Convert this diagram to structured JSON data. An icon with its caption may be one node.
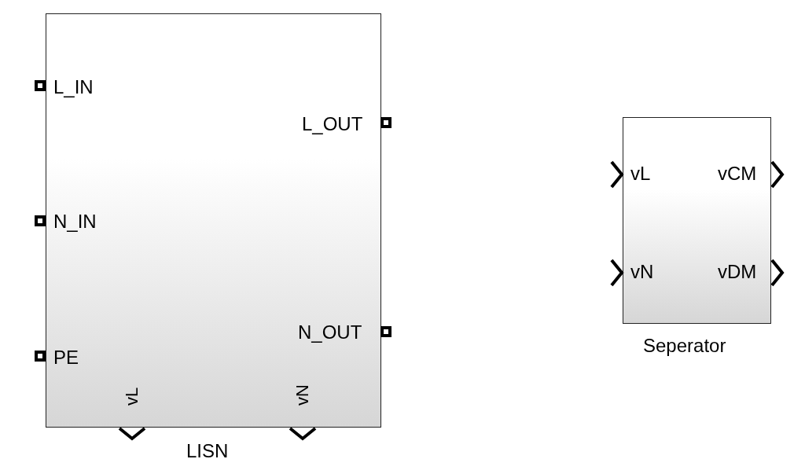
{
  "diagram": {
    "nodes": [
      {
        "text": [
          "L_IN",
          "N_IN",
          "PE",
          "L_OUT",
          "N_OUT",
          "vL",
          "vN",
          "LISN"
        ]
      },
      {
        "text": [
          "vL",
          "vCM",
          "vN",
          "vDM",
          "Seperator"
        ]
      }
    ]
  }
}
